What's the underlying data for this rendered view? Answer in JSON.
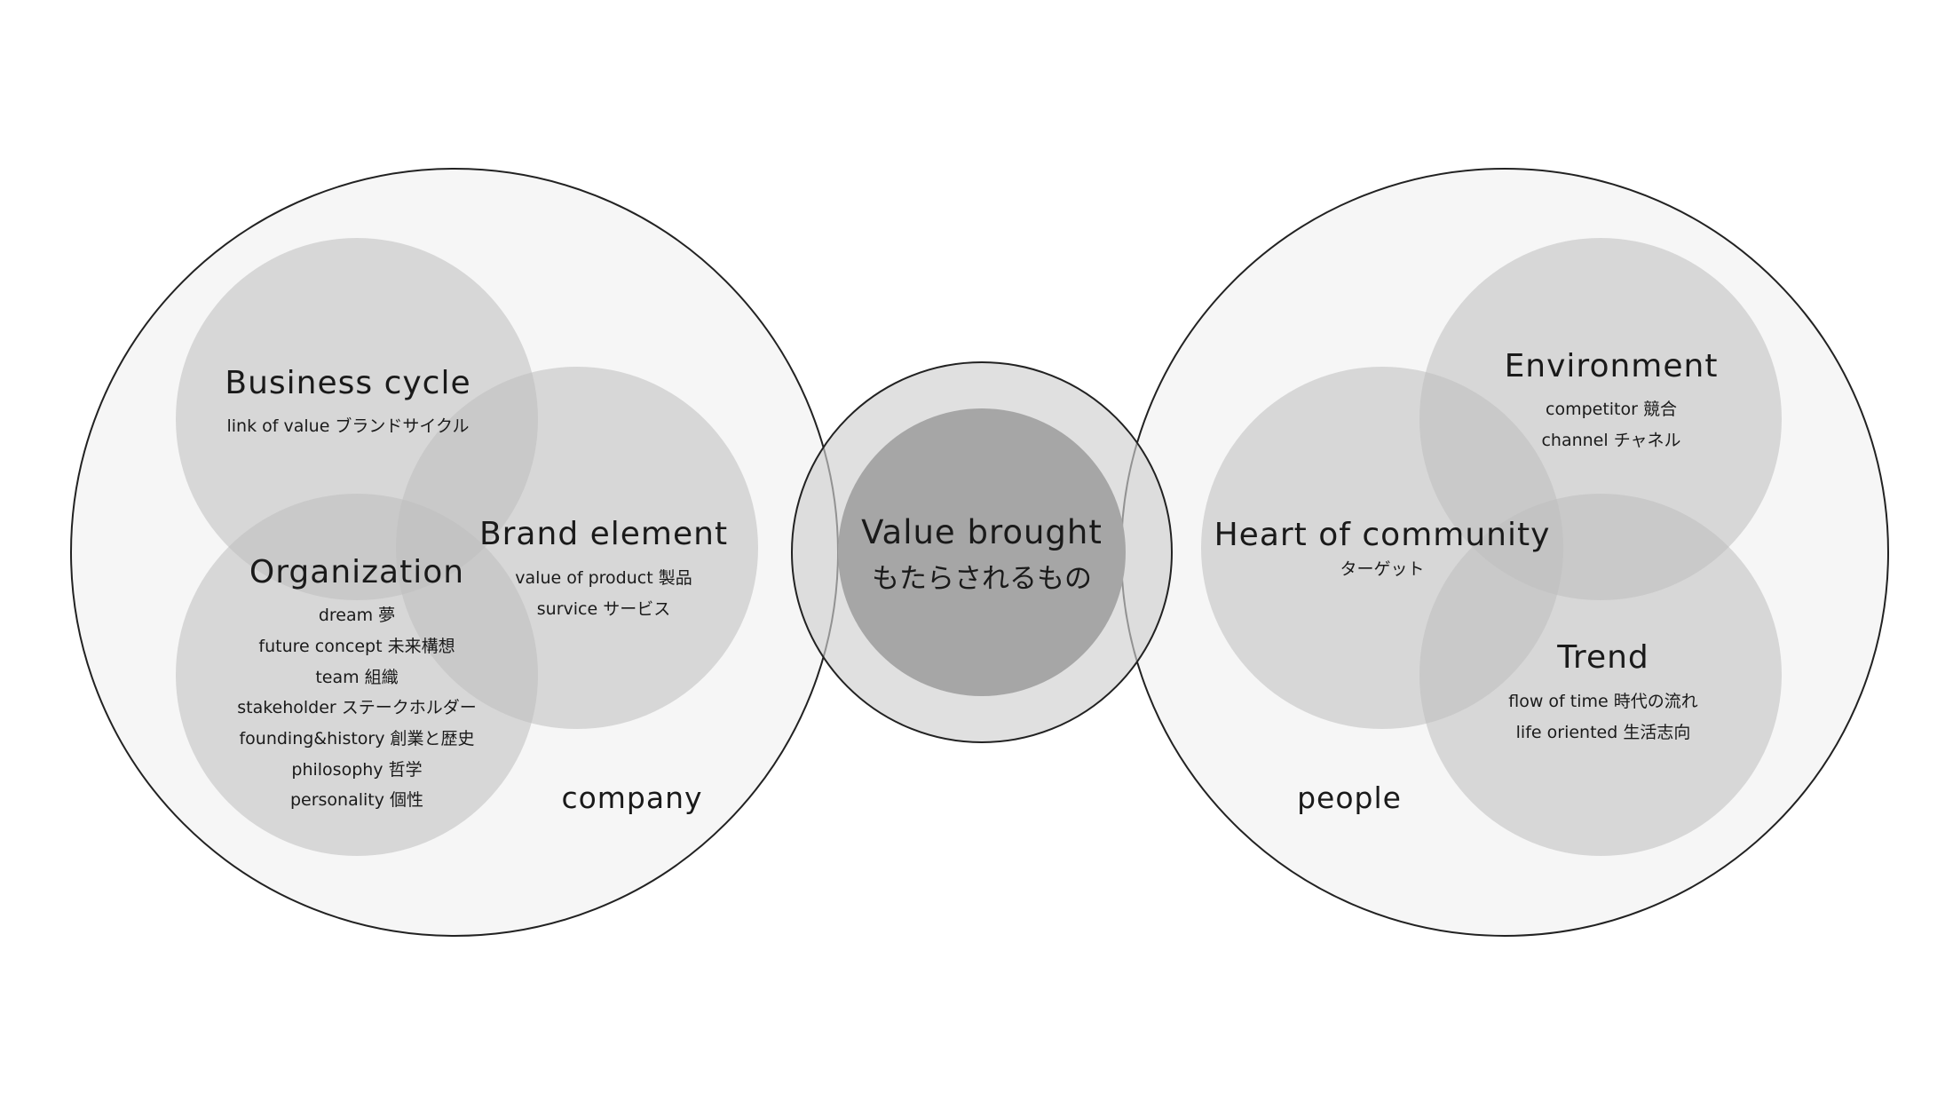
{
  "colors": {
    "background": "#ffffff",
    "outer_fill": "#f6f6f6",
    "outer_stroke": "#222222",
    "sub_circle": "#d9d9d9",
    "center_outer": "#dedede",
    "center_inner": "#a6a6a6",
    "text": "#1a1a1a"
  },
  "company": {
    "label": "company",
    "business_cycle": {
      "title": "Business cycle",
      "items": [
        "link of value ブランドサイクル"
      ]
    },
    "brand_element": {
      "title": "Brand element",
      "items": [
        "value of product 製品",
        "survice サービス"
      ]
    },
    "organization": {
      "title": "Organization",
      "items": [
        "dream 夢",
        "future concept 未来構想",
        "team 組織",
        "stakeholder ステークホルダー",
        "founding&history 創業と歴史",
        "philosophy 哲学",
        "personality 個性"
      ]
    }
  },
  "center": {
    "title": "Value brought",
    "subtitle": "もたらされるもの"
  },
  "people": {
    "label": "people",
    "environment": {
      "title": "Environment",
      "items": [
        "competitor 競合",
        "channel チャネル"
      ]
    },
    "heart_of_community": {
      "title": "Heart of community",
      "items": [
        "ターゲット"
      ]
    },
    "trend": {
      "title": "Trend",
      "items": [
        "flow of time 時代の流れ",
        "life oriented 生活志向"
      ]
    }
  }
}
